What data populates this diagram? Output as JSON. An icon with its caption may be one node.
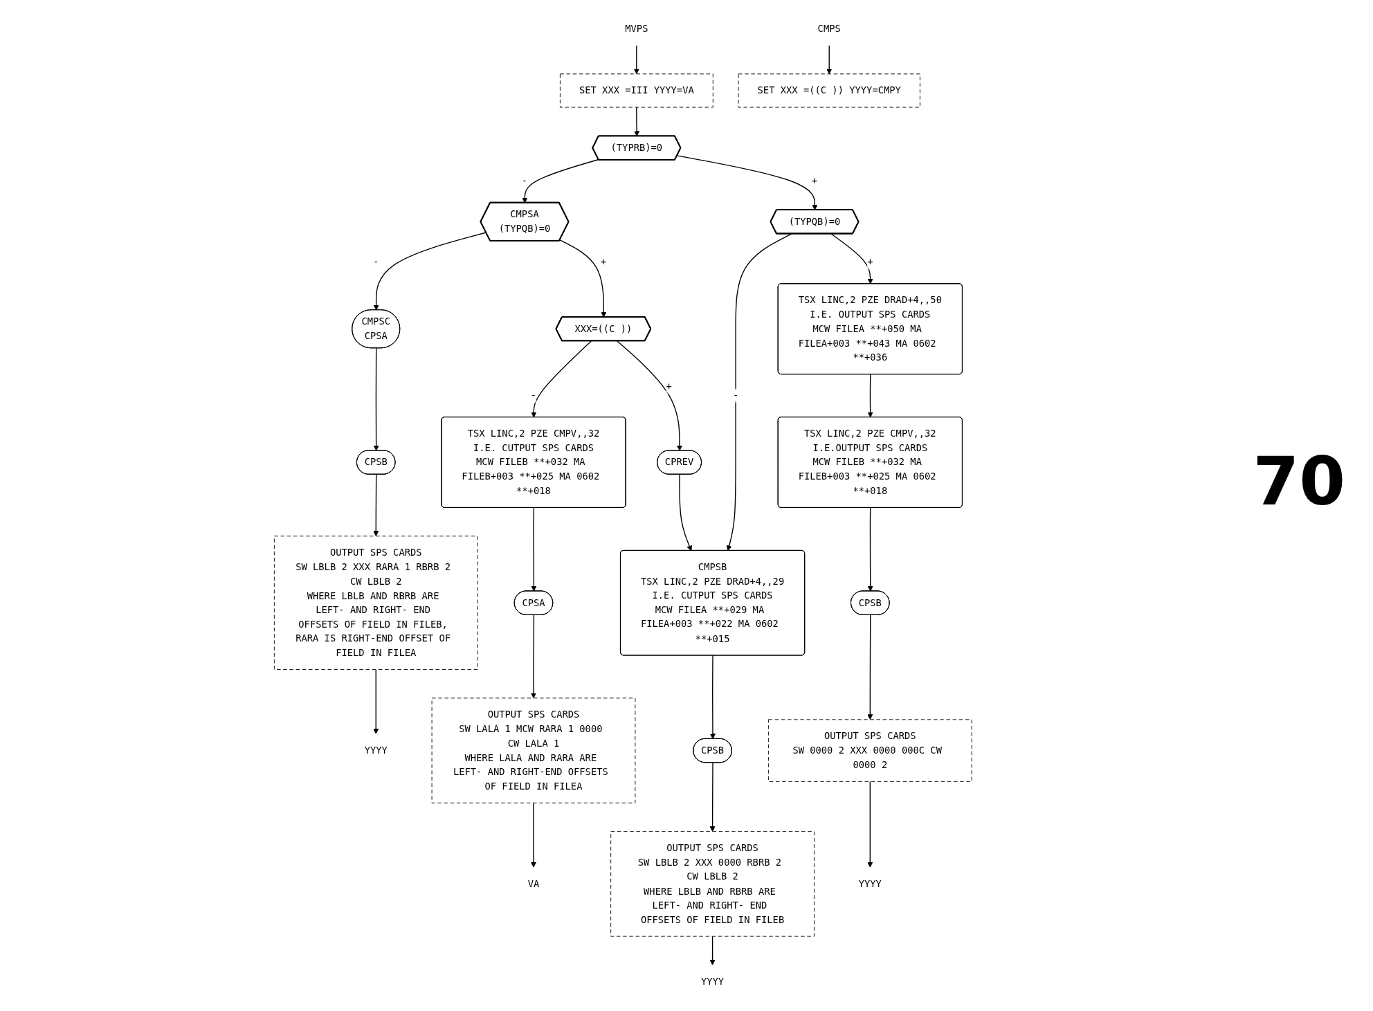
{
  "diagram": {
    "nodes": [
      {
        "text": [
          "MVPS"
        ]
      },
      {
        "text": [
          "CMPS"
        ]
      },
      {
        "text": [
          "SET XXX =III YYYY=VA"
        ]
      },
      {
        "text": [
          "SET XXX =((C )) YYYY=CMPY"
        ]
      },
      {
        "text": [
          "CMPSA",
          "(TYPQB)=0"
        ]
      },
      {
        "text": [
          "CMPSC",
          "CPSA"
        ]
      },
      {
        "text": [
          "CPSB"
        ]
      },
      {
        "text": [
          "OUTPUT SPS CARDS",
          "SW LBLB 2 XXX RARA 1 RBRB 2 CW LBLB 2",
          "WHERE LBLB AND RBRB ARE LEFT- AND RIGHT- END OFFSETS OF FIELD IN FILEB, RARA IS RIGHT-END OFFSET OF FIELD IN FILEA"
        ]
      },
      {
        "text": [
          "(TYPRB)=0"
        ]
      },
      {
        "text": [
          "XXX=((C ))"
        ]
      },
      {
        "text": [
          "TSX LINC,2 PZE CMPV,,32",
          "I.E. CUTPUT SPS CARDS",
          "MCW FILEB **+032 MA FILEB+003 **+025 MA 0602 **+018"
        ]
      },
      {
        "text": [
          "(TYPQB)=0"
        ]
      },
      {
        "text": [
          "CMPSB",
          "TSX LINC,2 PZE DRAD+4,,29",
          "I.E. CUTPUT SPS CARDS",
          "MCW FILEA **+029 MA FILEA+003 **+022 MA 0602 **+015"
        ]
      },
      {
        "text": [
          "CPREV"
        ]
      },
      {
        "text": [
          "YYYY"
        ]
      },
      {
        "text": [
          "TSX LINC,2 PZE DRAD+4,,50",
          "I.E. OUTPUT SPS CARDS",
          "MCW FILEA **+050 MA FILEA+003 **+043 MA 0602 **+036"
        ]
      },
      {
        "text": [
          "CPSA"
        ]
      },
      {
        "text": [
          "TSX LINC,2 PZE CMPV,,32",
          "I.E.OUTPUT SPS CARDS",
          "MCW FILEB **+032 MA FILEB+003 **+025 MA 0602 **+018"
        ]
      },
      {
        "text": [
          "CPSB"
        ]
      },
      {
        "text": [
          "OUTPUT SPS CARDS",
          "SW LALA 1 MCW RARA 1 0000 CW LALA 1",
          "WHERE LALA AND RARA ARE LEFT- AND RIGHT-END OFFSETS OF FIELD IN FILEA"
        ]
      },
      {
        "text": [
          "CPSB"
        ]
      },
      {
        "text": [
          "OUTPUT SPS CARDS",
          "SW LBLB 2 XXX 0000 RBRB 2 CW LBLB 2",
          "WHERE LBLB AND RBRB ARE LEFT- AND RIGHT- END OFFSETS OF FIELD IN FILEB"
        ]
      },
      {
        "text": [
          "VA"
        ]
      },
      {
        "text": [
          "OUTPUT SPS CARDS",
          "SW 0000 2 XXX 0000 000C CW 0000 2"
        ]
      },
      {
        "text": [
          "YYYY"
        ]
      },
      {
        "text": [
          "YYYY"
        ]
      }
    ],
    "edges": [
      {
        "from": 0,
        "to": 2,
        "arrow": "to"
      },
      {
        "from": 1,
        "to": 3,
        "arrow": "to"
      },
      {
        "from": 2,
        "to": 8,
        "arrow": "to"
      },
      {
        "from": 8,
        "to": 4,
        "arrow": "to",
        "label": "-"
      },
      {
        "from": 8,
        "to": 11,
        "arrow": "to",
        "label": "+"
      },
      {
        "from": 4,
        "to": 5,
        "arrow": "to",
        "label": "-"
      },
      {
        "from": 4,
        "to": 9,
        "arrow": "to",
        "label": "+"
      },
      {
        "from": 5,
        "to": 6,
        "arrow": "to"
      },
      {
        "from": 6,
        "to": 7,
        "arrow": "to"
      },
      {
        "from": 7,
        "to": 14,
        "arrow": "to"
      },
      {
        "from": 9,
        "to": 10,
        "arrow": "to",
        "label": "-"
      },
      {
        "from": 9,
        "to": 13,
        "arrow": "to",
        "label": "+"
      },
      {
        "from": 11,
        "to": 12,
        "arrow": "to",
        "label": "-"
      },
      {
        "from": 11,
        "to": 15,
        "arrow": "to",
        "label": "+"
      },
      {
        "from": 13,
        "to": 12,
        "arrow": "to"
      },
      {
        "from": 10,
        "to": 16,
        "arrow": "to"
      },
      {
        "from": 16,
        "to": 19,
        "arrow": "to"
      },
      {
        "from": 19,
        "to": 22,
        "arrow": "to"
      },
      {
        "from": 15,
        "to": 17,
        "arrow": "to"
      },
      {
        "from": 17,
        "to": 20,
        "arrow": "to"
      },
      {
        "from": 20,
        "to": 23,
        "arrow": "to"
      },
      {
        "from": 23,
        "to": 25,
        "arrow": "to"
      },
      {
        "from": 12,
        "to": 18,
        "arrow": "to"
      },
      {
        "from": 18,
        "to": 21,
        "arrow": "to"
      },
      {
        "from": 21,
        "to": 24,
        "arrow": "to"
      }
    ],
    "labels": [
      "70"
    ]
  }
}
